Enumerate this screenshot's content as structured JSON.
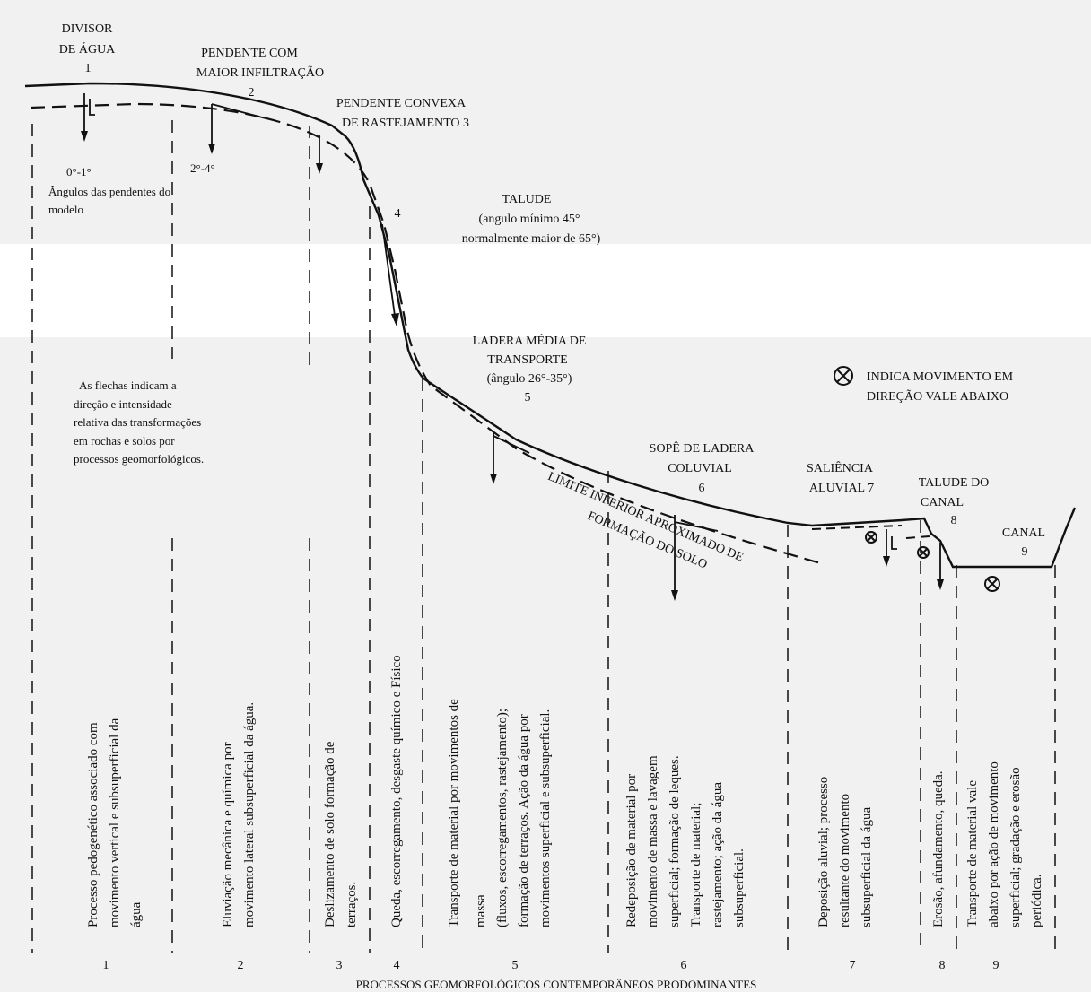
{
  "units": [
    {
      "id": "1",
      "label_lines": [
        "DIVISOR",
        "DE ÁGUA",
        "1"
      ]
    },
    {
      "id": "2",
      "label_lines": [
        "PENDENTE COM",
        "MAIOR INFILTRAÇÃO",
        "2"
      ]
    },
    {
      "id": "3",
      "label_lines": [
        "PENDENTE CONVEXA",
        "DE RASTEJAMENTO  3"
      ]
    },
    {
      "id": "4",
      "label_lines": [
        "4"
      ]
    },
    {
      "id": "4t",
      "label_lines": [
        "TALUDE",
        "(angulo mínimo 45°",
        "normalmente maior de 65°)"
      ]
    },
    {
      "id": "5",
      "label_lines": [
        "LADERA MÉDIA DE",
        "TRANSPORTE",
        "(ângulo 26°-35°)",
        "5"
      ]
    },
    {
      "id": "6",
      "label_lines": [
        "SOPÊ DE LADERA",
        "COLUVIAL",
        "6"
      ]
    },
    {
      "id": "7",
      "label_lines": [
        "SALIÊNCIA",
        "ALUVIAL 7"
      ]
    },
    {
      "id": "8",
      "label_lines": [
        "TALUDE DO",
        "CANAL",
        "8"
      ]
    },
    {
      "id": "9",
      "label_lines": [
        "CANAL",
        "9"
      ]
    }
  ],
  "angles": {
    "a1": "0°-1°",
    "a2": "2°-4°",
    "caption_lines": [
      "Ângulos das pendentes do",
      "modelo"
    ]
  },
  "arrows_note_lines": [
    "As flechas indicam a",
    "direção e intensidade",
    "relativa das transformações",
    "em rochas e solos por",
    "processos geomorfológicos."
  ],
  "legend": {
    "symbol": "⊗",
    "lines": [
      "INDICA MOVIMENTO EM",
      "DIREÇÃO VALE ABAIXO"
    ]
  },
  "soil_limit_lines": [
    "LIMITE INFERIOR APROXIMADO DE",
    "FORMAÇÃO DO SOLO"
  ],
  "processes": [
    {
      "n": "1",
      "lines": [
        "Processo pedogenético associado com",
        "movimento vertical e subsuperficial da",
        "água"
      ]
    },
    {
      "n": "2",
      "lines": [
        "Eluviação mecânica e química por",
        "movimento lateral subsuperficial da água."
      ]
    },
    {
      "n": "3",
      "lines": [
        "Deslizamento de solo formação de",
        "terraços."
      ]
    },
    {
      "n": "4",
      "lines": [
        "Queda, escorregamento, desgaste químico e Físico"
      ]
    },
    {
      "n": "5",
      "lines": [
        "Transporte de material por movimentos de",
        "massa",
        "(fluxos, escorregamentos, rastejamento);",
        "formação de terraços. Ação da água por",
        "movimentos superficial e subsuperficial."
      ]
    },
    {
      "n": "6",
      "lines": [
        "Redeposição de material por",
        "movimento de massa e lavagem",
        "superficial; formação de leques.",
        "Transporte de material;",
        "rastejamento; ação da água",
        "subsuperficial."
      ]
    },
    {
      "n": "7",
      "lines": [
        "Deposição aluvial; processo",
        "resultante do movimento",
        "subsuperficial da água"
      ]
    },
    {
      "n": "8",
      "lines": [
        "Erosão, afundamento, queda."
      ]
    },
    {
      "n": "9",
      "lines": [
        "Transporte de material vale",
        "abaixo por ação de movimento",
        "superficial; gradação e erosão",
        "periódica."
      ]
    }
  ],
  "footer_title": "PROCESSOS GEOMORFOLÓGICOS CONTEMPORÂNEOS PRODOMINANTES"
}
